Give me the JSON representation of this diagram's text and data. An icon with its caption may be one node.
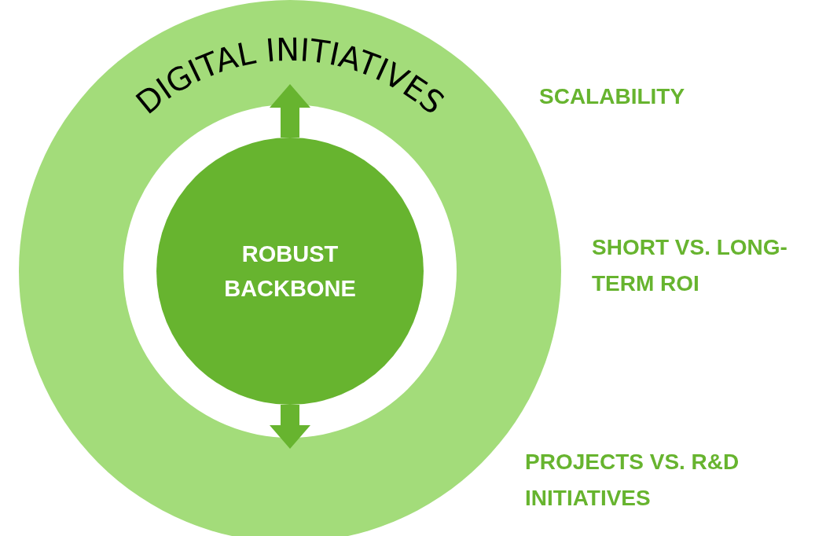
{
  "diagram": {
    "nodes": [
      {
        "text": [
          "DIGITAL INITIATIVES"
        ]
      },
      {
        "text": [
          "ROBUST BACKBONE"
        ],
        "in": 0
      }
    ],
    "labels": [
      "SCALABILITY",
      "SHORT VS. LONG-TERM ROI",
      "PROJECTS VS. R&D INITIATIVES"
    ]
  }
}
